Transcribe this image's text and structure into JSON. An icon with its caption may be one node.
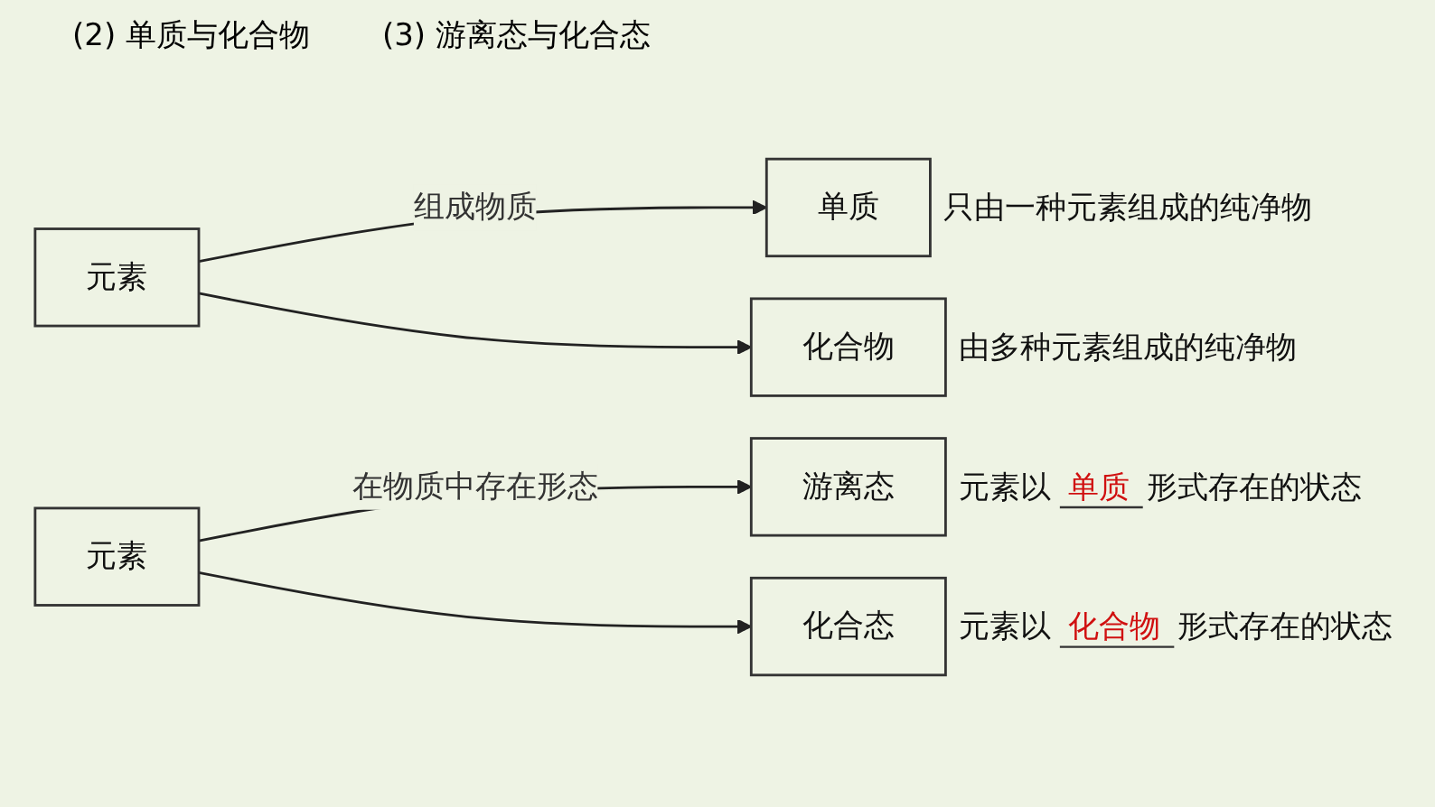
{
  "diagram": {
    "nodes": [
      {
        "text": [
          "元素"
        ]
      },
      {
        "text": [
          "单质"
        ],
        "beside": [
          "只由一种元素组成的纯净物"
        ]
      },
      {
        "text": [
          "化合物"
        ],
        "beside": [
          "由多种元素组成的纯净物"
        ]
      },
      {
        "text": [
          "元素"
        ]
      },
      {
        "text": [
          "游离态"
        ],
        "beside": [
          "元素以",
          "单质",
          "形式存在的状态"
        ]
      },
      {
        "text": [
          "化合态"
        ],
        "beside": [
          "元素以",
          "化合物",
          "形式存在的状态"
        ]
      }
    ],
    "edges": [
      {
        "from": 0,
        "to": 1,
        "arrow": "to",
        "label": "组成物质"
      },
      {
        "from": 0,
        "to": 2,
        "arrow": "to"
      },
      {
        "from": 3,
        "to": 4,
        "arrow": "to",
        "label": "在物质中存在形态"
      },
      {
        "from": 3,
        "to": 5,
        "arrow": "to"
      }
    ],
    "labels": [
      "(2) 单质与化合物",
      "(3) 游离态与化合态"
    ]
  }
}
